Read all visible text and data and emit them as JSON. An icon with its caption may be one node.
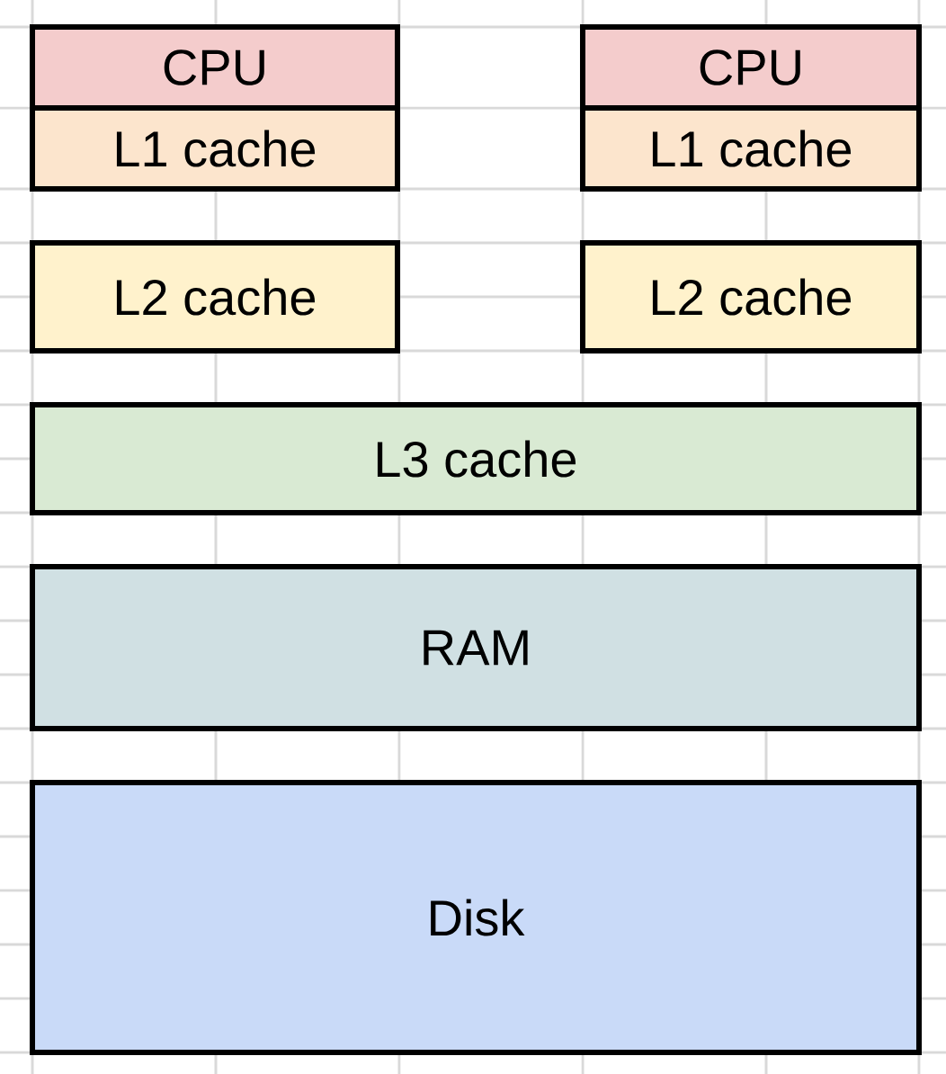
{
  "diagram": {
    "nodes": [
      {
        "text": [
          "CPU"
        ]
      },
      {
        "text": [
          "CPU"
        ]
      },
      {
        "text": [
          "L1 cache"
        ]
      },
      {
        "text": [
          "L1 cache"
        ]
      },
      {
        "text": [
          "L2 cache"
        ]
      },
      {
        "text": [
          "L2 cache"
        ]
      },
      {
        "text": [
          "L3 cache"
        ]
      },
      {
        "text": [
          "RAM"
        ]
      },
      {
        "text": [
          "Disk"
        ]
      }
    ]
  }
}
